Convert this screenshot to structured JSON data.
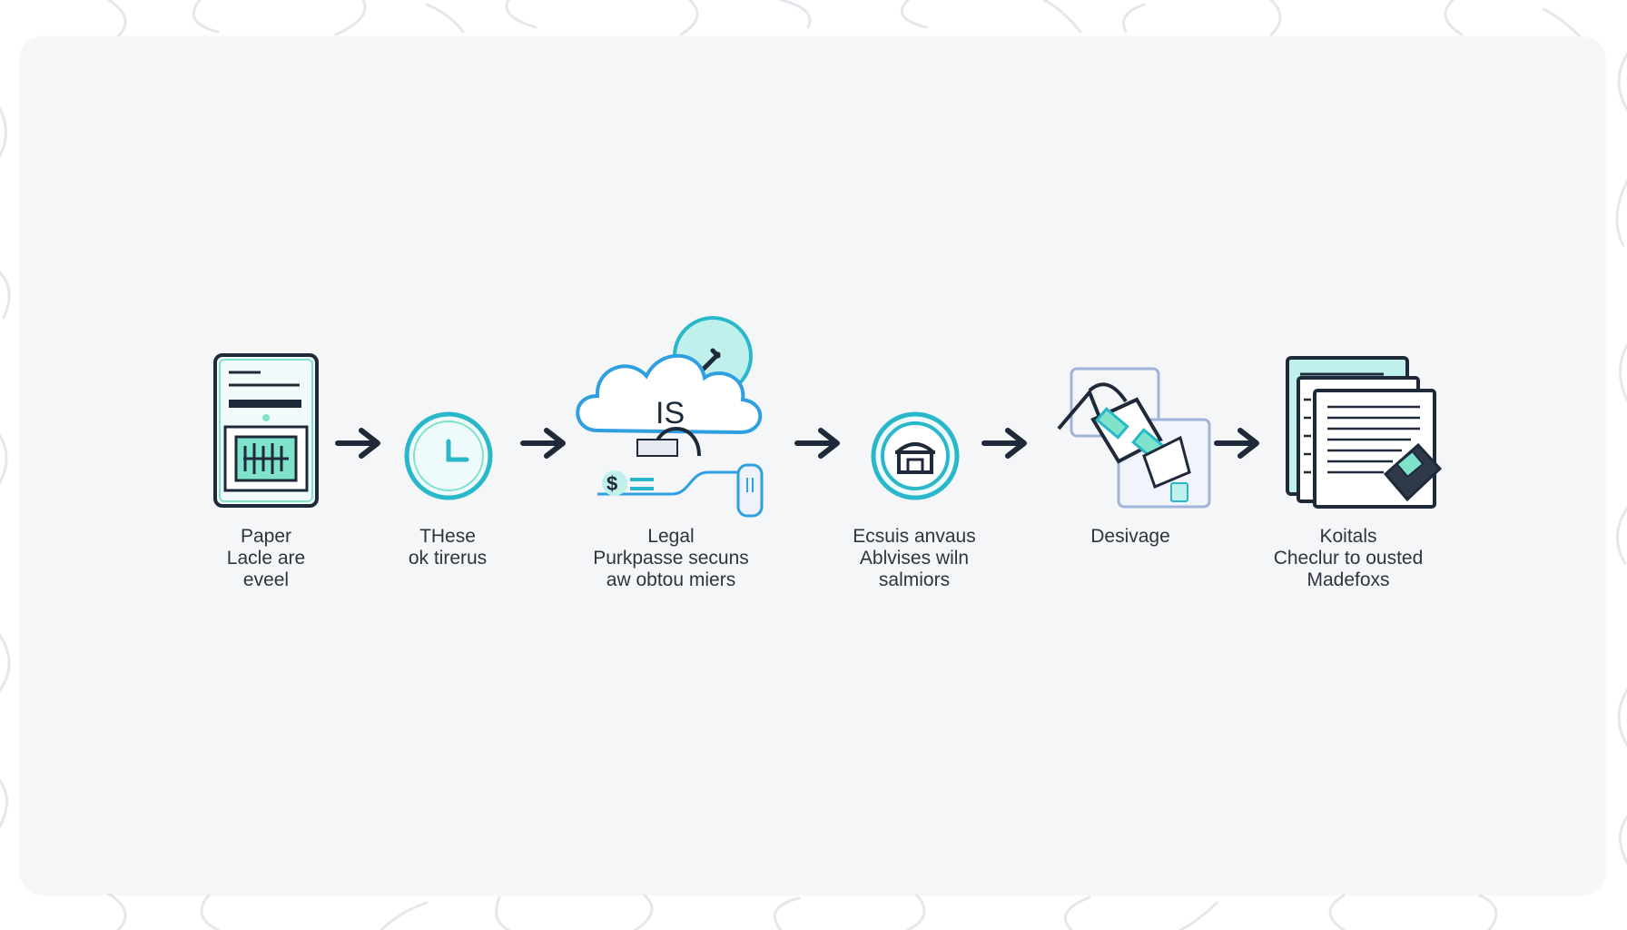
{
  "colors": {
    "navy": "#1e2a3a",
    "teal": "#29b8c9",
    "mint": "#7fe3cc",
    "blue": "#2f9fe0",
    "card": "#f5f6f8"
  },
  "steps": [
    {
      "icon": "document-icon",
      "lines": [
        "Paper",
        "Lacle are",
        "eveel"
      ]
    },
    {
      "icon": "clock-icon",
      "lines": [
        "THese",
        "ok tirerus"
      ]
    },
    {
      "icon": "cloud-payment-icon",
      "overlay": "IS",
      "currency": "$",
      "lines": [
        "Legal",
        "Purkpasse secuns",
        "aw obtou miers"
      ]
    },
    {
      "icon": "storefront-icon",
      "lines": [
        "Ecsuis anvaus",
        "Ablvises wiln",
        "salmiors"
      ]
    },
    {
      "icon": "puzzle-tools-icon",
      "lines": [
        "Desivage"
      ]
    },
    {
      "icon": "stacked-documents-icon",
      "lines": [
        "Koitals",
        "Checlur to ousted",
        "Madefoxs"
      ]
    }
  ],
  "arrows": [
    "arrow-right-icon",
    "arrow-right-icon",
    "arrow-right-icon",
    "arrow-right-icon",
    "arrow-right-icon"
  ]
}
